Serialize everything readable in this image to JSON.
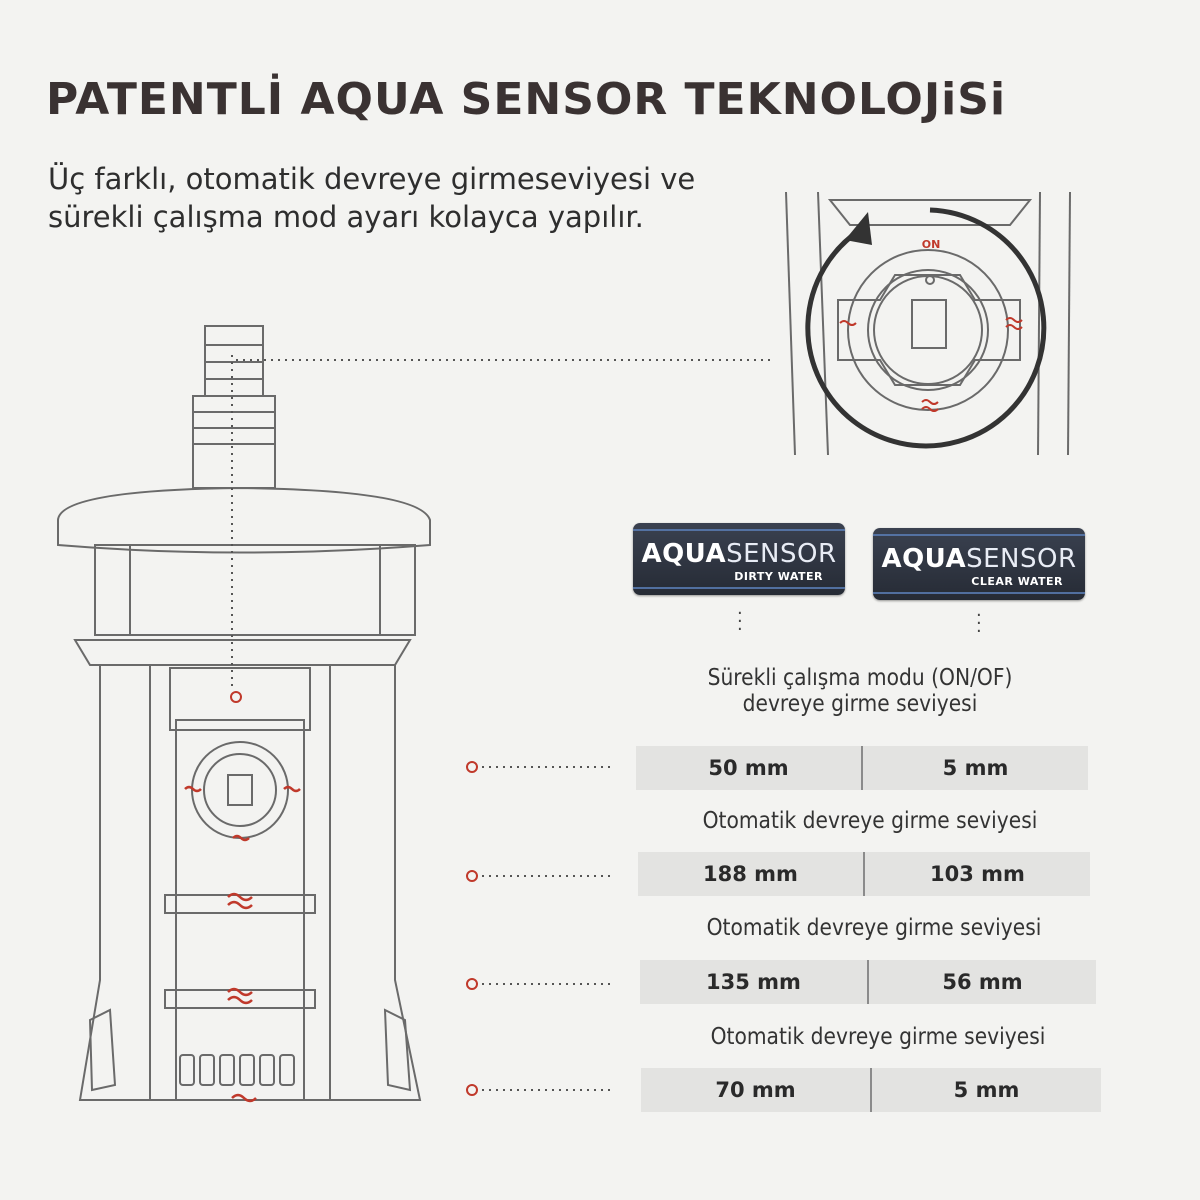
{
  "heading": "PATENTLİ AQUA SENSOR TEKNOLOJiSi",
  "intro_lines": [
    "Üç farklı, otomatik devreye girmeseviyesi ve",
    "sürekli çalışma mod ayarı kolayca yapılır."
  ],
  "dial_labels": {
    "on": "ON"
  },
  "badges": [
    {
      "brand_bold": "AQUA",
      "brand_light": "SENSOR",
      "mode": "DIRTY WATER"
    },
    {
      "brand_bold": "AQUA",
      "brand_light": "SENSOR",
      "mode": "CLEAR WATER"
    }
  ],
  "levels": [
    {
      "label_lines": [
        "Sürekli çalışma modu (ON/OF)",
        "devreye girme seviyesi"
      ],
      "dirty": "50 mm",
      "clear": "5 mm"
    },
    {
      "label_lines": [
        "Otomatik devreye girme seviyesi"
      ],
      "dirty": "188 mm",
      "clear": "103 mm"
    },
    {
      "label_lines": [
        "Otomatik devreye girme seviyesi"
      ],
      "dirty": "135 mm",
      "clear": "56 mm"
    },
    {
      "label_lines": [
        "Otomatik devreye girme seviyesi"
      ],
      "dirty": "70 mm",
      "clear": "5 mm"
    }
  ],
  "colors": {
    "accent_red": "#c0392b",
    "badge_bg": "#2c313b",
    "row_bg": "#e3e3e1"
  }
}
